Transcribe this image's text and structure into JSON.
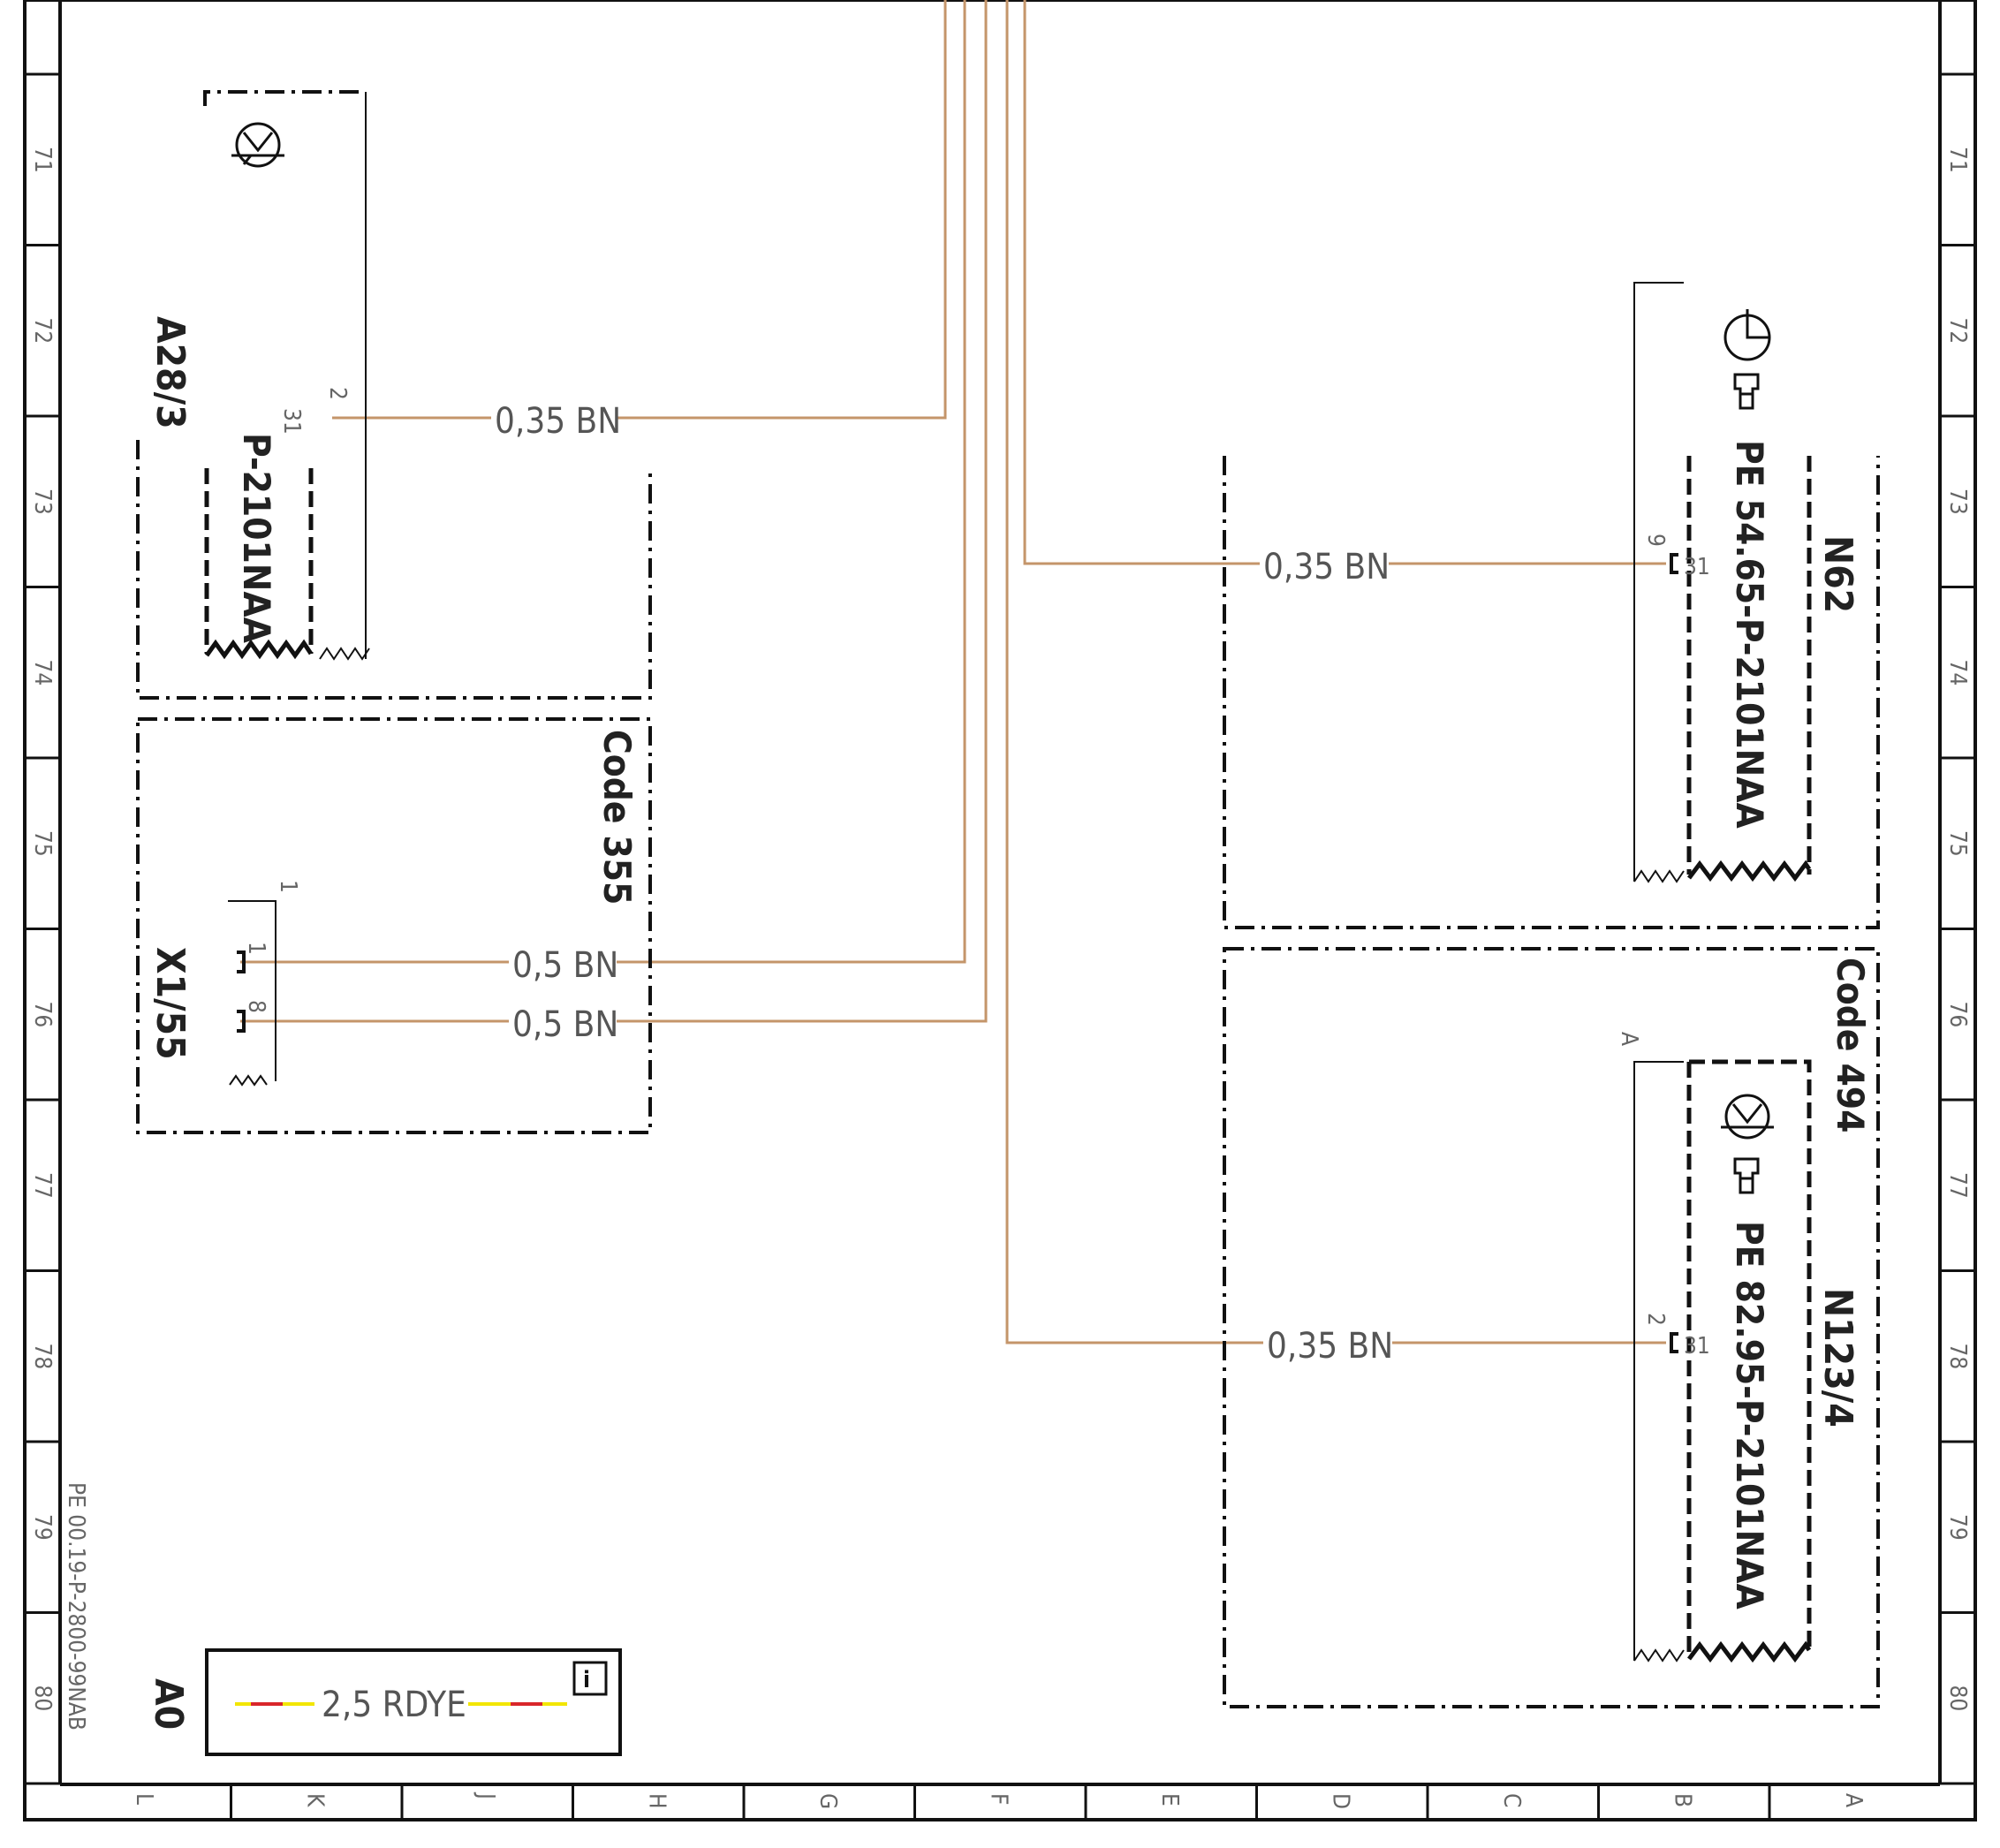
{
  "sheet": {
    "rows": [
      "71",
      "72",
      "73",
      "74",
      "75",
      "76",
      "77",
      "78",
      "79",
      "80"
    ],
    "columns": [
      "L",
      "K",
      "J",
      "H",
      "G",
      "F",
      "E",
      "D",
      "C",
      "B",
      "A"
    ],
    "doc_ref": "PE 00.19-P-2800-99NAB"
  },
  "components": {
    "a28": {
      "id": "A28/3",
      "ref": "P-2101NAA",
      "pin_31": "31",
      "pin_2": "2"
    },
    "x155": {
      "id": "X1/55",
      "code": "Code 355",
      "pin_1_top": "1",
      "pin_1": "1",
      "pin_8": "8"
    },
    "n62": {
      "id": "N62",
      "ref": "PE 54.65-P-2101NAA",
      "pin_9": "9",
      "pin_31": "31"
    },
    "n1234": {
      "id": "N123/4",
      "ref": "PE 82.95-P-2101NAA",
      "code": "Code 494",
      "pin_a": "A",
      "pin_2": "2",
      "pin_31": "31"
    }
  },
  "wires": {
    "w_a28": "0,35 BN",
    "w_x1": "0,5 BN",
    "w_x8": "0,5 BN",
    "w_n62": "0,35 BN",
    "w_n1234": "0,35 BN"
  },
  "legend": {
    "label": "A0",
    "wire": "2,5 RDYE"
  },
  "colors": {
    "wire_bn": "#c4956a",
    "red": "#d9262a",
    "yellow": "#f2e600"
  }
}
